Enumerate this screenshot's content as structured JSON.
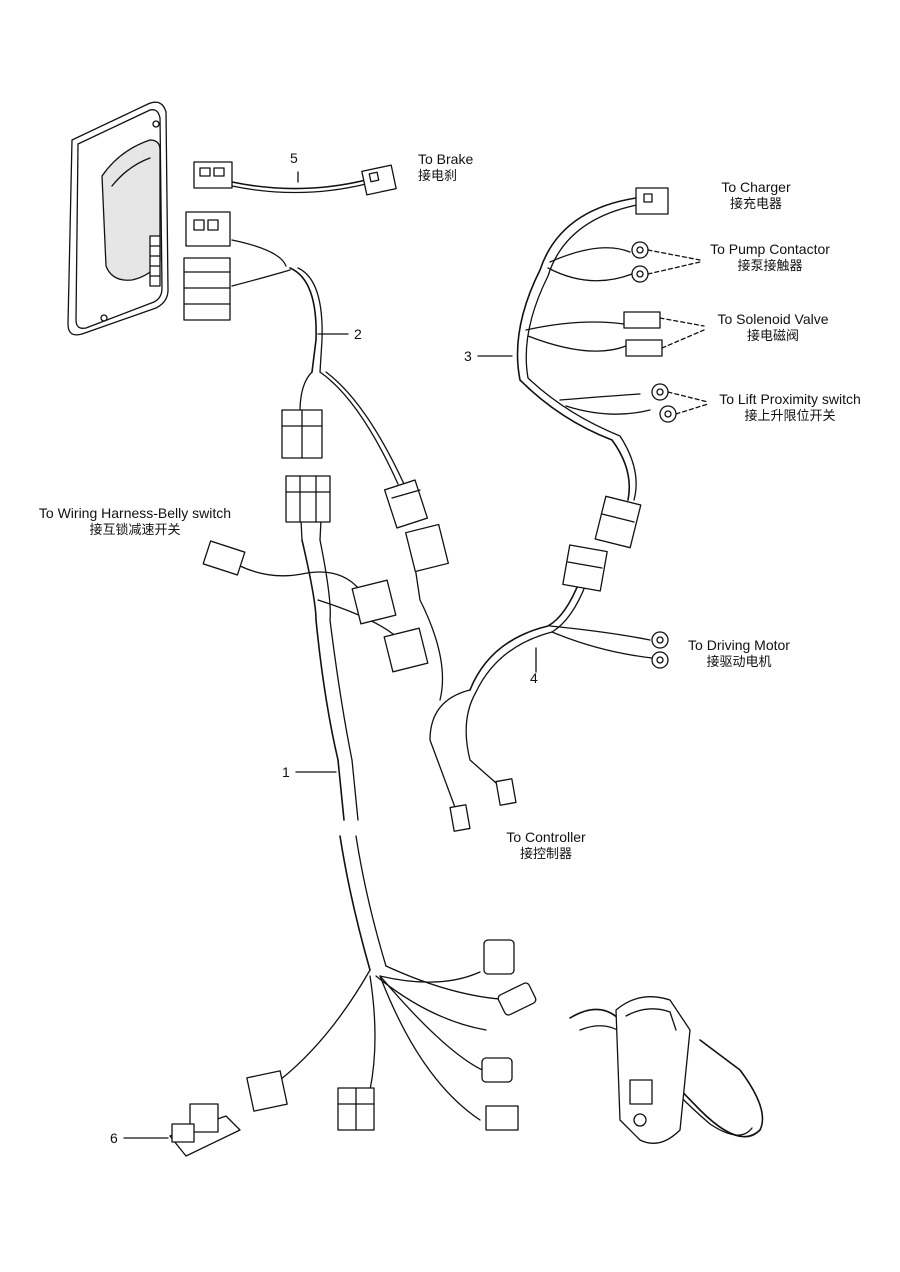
{
  "callouts": {
    "n1": "1",
    "n2": "2",
    "n3": "3",
    "n4": "4",
    "n5": "5",
    "n6": "6"
  },
  "labels": {
    "brake": {
      "en": "To  Brake",
      "cn": "接电刹"
    },
    "charger": {
      "en": "To Charger",
      "cn": "接充电器"
    },
    "pump": {
      "en": "To Pump Contactor",
      "cn": "接泵接触器"
    },
    "solenoid": {
      "en": "To Solenoid Valve",
      "cn": "接电磁阀"
    },
    "lift": {
      "en": "To  Lift Proximity switch",
      "cn": "接上升限位开关"
    },
    "belly": {
      "en": "To  Wiring Harness-Belly switch",
      "cn": "接互锁减速开关"
    },
    "driving": {
      "en": "To Driving Motor",
      "cn": "接驱动电机"
    },
    "controller": {
      "en": "To Controller",
      "cn": "接控制器"
    }
  },
  "colors": {
    "line": "#111111",
    "fill": "#ffffff",
    "shade": "#d8d8d8"
  }
}
